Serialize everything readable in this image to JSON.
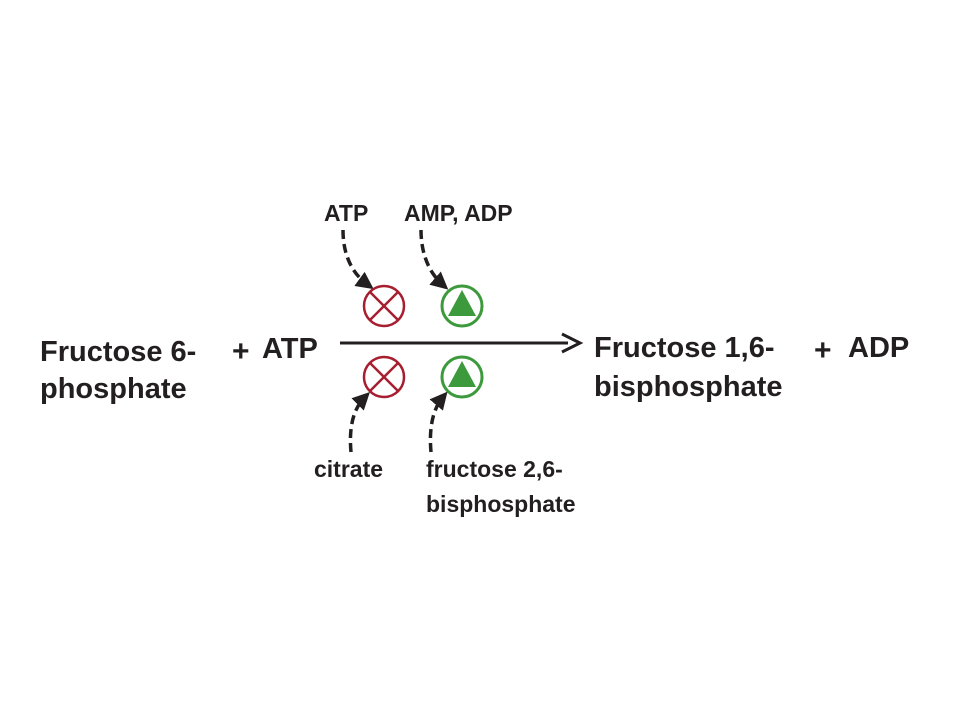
{
  "reaction": {
    "substrate": {
      "line1": "Fructose 6-",
      "line2": "phosphate"
    },
    "plus_left": "+",
    "cosubstrate": "ATP",
    "product": {
      "line1": "Fructose 1,6-",
      "line2": "bisphosphate"
    },
    "plus_right": "+",
    "coproduct": "ADP"
  },
  "regulators": {
    "top_inhibitor": "ATP",
    "top_activator": "AMP, ADP",
    "bottom_inhibitor": "citrate",
    "bottom_activator": {
      "line1": "fructose 2,6-",
      "line2": "bisphosphate"
    }
  },
  "colors": {
    "text": "#231f20",
    "inhibitor": "#a61e2f",
    "activator": "#3c9a3c",
    "arrow": "#231f20"
  },
  "icons": {
    "inhibitor": "circled-x-icon",
    "activator": "circled-triangle-icon"
  }
}
